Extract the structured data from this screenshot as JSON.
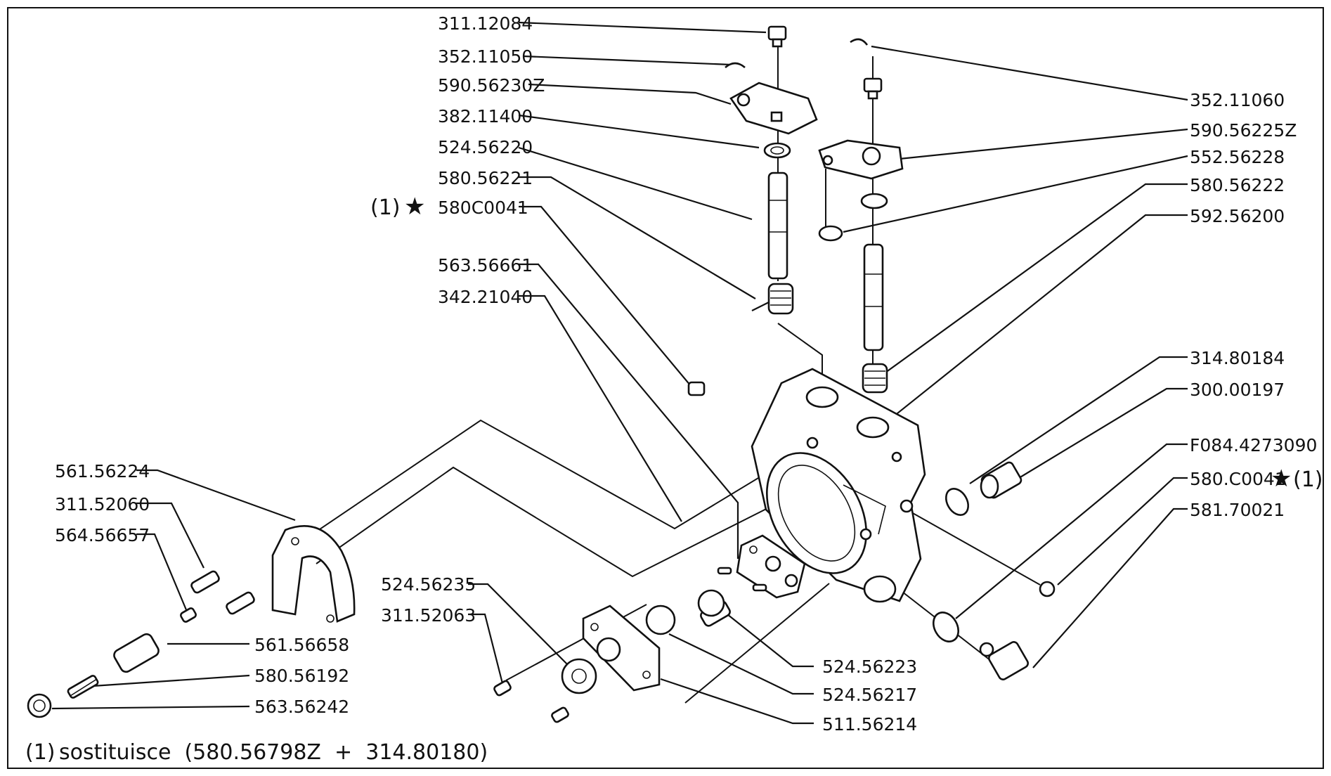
{
  "labels": {
    "l311_12084": "311.12084",
    "l352_11050": "352.11050",
    "l590_56230Z": "590.56230Z",
    "l382_11400": "382.11400",
    "l524_56220": "524.56220",
    "l580_56221": "580.56221",
    "l580C0041": "580C0041",
    "l563_56661": "563.56661",
    "l342_21040": "342.21040",
    "l352_11060": "352.11060",
    "l590_56225Z": "590.56225Z",
    "l552_56228": "552.56228",
    "l580_56222": "580.56222",
    "l592_56200": "592.56200",
    "l314_80184": "314.80184",
    "l300_00197": "300.00197",
    "lF084_4273090": "F084.4273090",
    "l580_C0041": "580.C0041",
    "l581_70021": "581.70021",
    "l561_56224": "561.56224",
    "l311_52060": "311.52060",
    "l564_56657": "564.56657",
    "l561_56658": "561.56658",
    "l580_56192": "580.56192",
    "l563_56242": "563.56242",
    "l524_56235": "524.56235",
    "l311_52063": "311.52063",
    "l524_56223": "524.56223",
    "l524_56217": "524.56217",
    "l511_56214": "511.56214"
  },
  "markers": {
    "note_ref_left": "(1)",
    "note_ref_right": "(1)",
    "star": "★"
  },
  "footnote": {
    "ref": "(1)",
    "text": "sostituisce  (580.56798Z  +  314.80180)"
  }
}
